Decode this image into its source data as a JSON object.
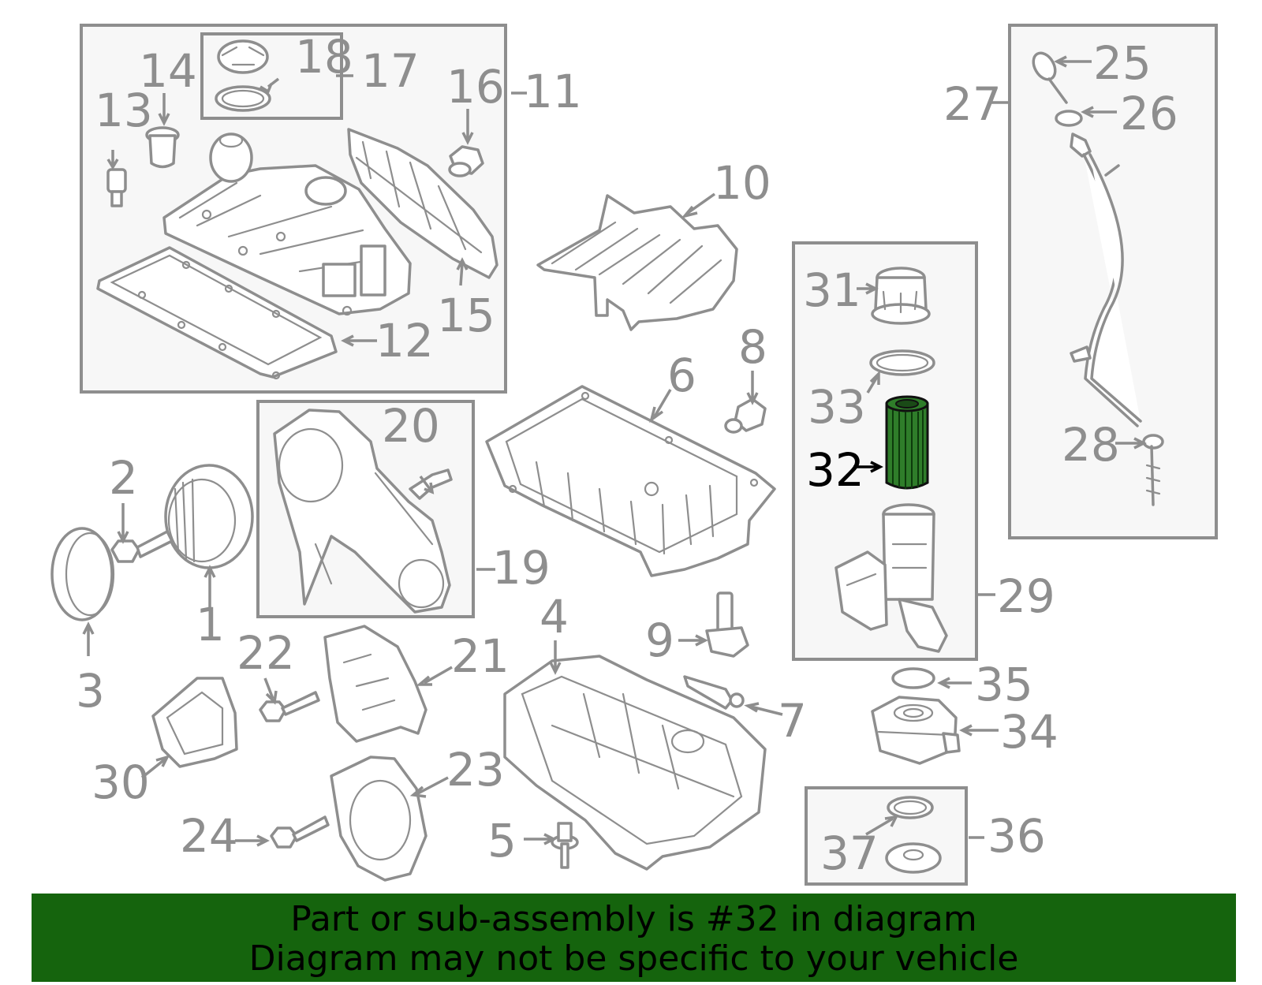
{
  "highlight_color": "#2f7d2a",
  "banner_color": "#15640d",
  "callouts": [
    {
      "id": "1"
    },
    {
      "id": "2"
    },
    {
      "id": "3"
    },
    {
      "id": "4"
    },
    {
      "id": "5"
    },
    {
      "id": "6"
    },
    {
      "id": "7"
    },
    {
      "id": "8"
    },
    {
      "id": "9"
    },
    {
      "id": "10"
    },
    {
      "id": "11"
    },
    {
      "id": "12"
    },
    {
      "id": "13"
    },
    {
      "id": "14"
    },
    {
      "id": "15"
    },
    {
      "id": "16"
    },
    {
      "id": "17"
    },
    {
      "id": "18"
    },
    {
      "id": "19"
    },
    {
      "id": "20"
    },
    {
      "id": "21"
    },
    {
      "id": "22"
    },
    {
      "id": "23"
    },
    {
      "id": "24"
    },
    {
      "id": "25"
    },
    {
      "id": "26"
    },
    {
      "id": "27"
    },
    {
      "id": "28"
    },
    {
      "id": "29"
    },
    {
      "id": "30"
    },
    {
      "id": "31"
    },
    {
      "id": "32",
      "highlighted": true
    },
    {
      "id": "33"
    },
    {
      "id": "34"
    },
    {
      "id": "35"
    },
    {
      "id": "36"
    },
    {
      "id": "37"
    }
  ],
  "banner": {
    "line1": "Part or sub-assembly is #32 in diagram",
    "line2": "Diagram may not be specific to your vehicle"
  }
}
